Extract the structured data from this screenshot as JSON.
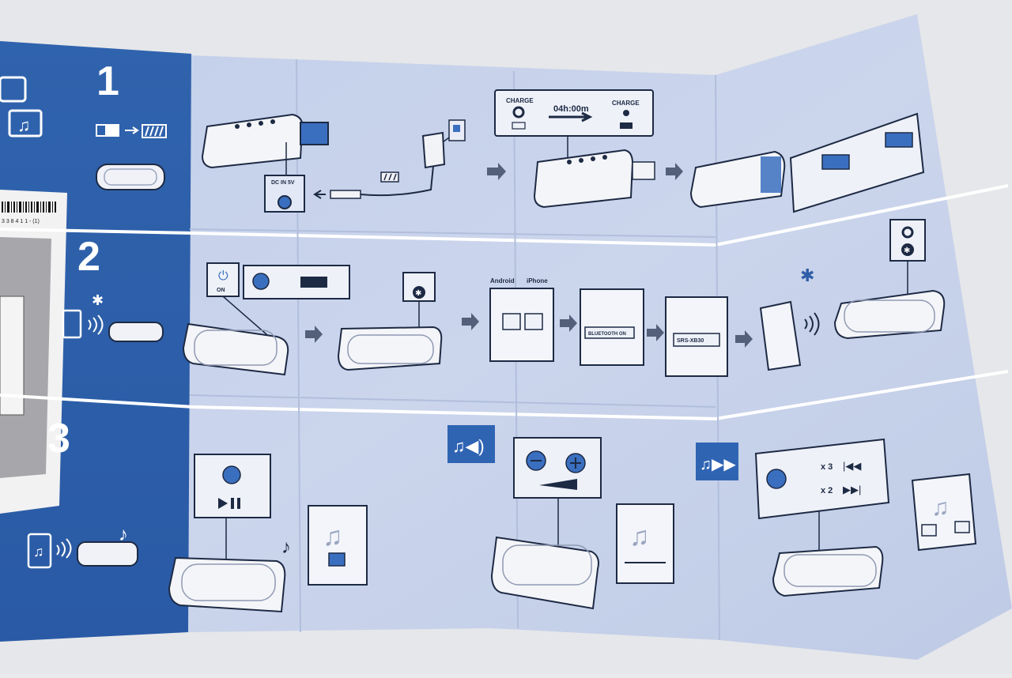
{
  "steps": [
    {
      "number": "1"
    },
    {
      "number": "2"
    },
    {
      "number": "3"
    }
  ],
  "step1": {
    "dc_in": "DC IN 5V",
    "charge_label_left": "CHARGE",
    "charge_label_right": "CHARGE",
    "charge_time": "04h:00m"
  },
  "step2": {
    "power_on": "ON",
    "android": "Android",
    "iphone": "iPhone",
    "bluetooth_toggle": "BLUETOOTH ON",
    "device_name": "SRS-XB30"
  },
  "step3": {
    "press_x3": "x 3",
    "press_x2": "x 2"
  },
  "barcode_digits": "3 3 8 4 1 1 - (1)",
  "colors": {
    "paper": "#c9d3eb",
    "blue_band": "#2f5da8",
    "dark_blue": "#1f4e9c",
    "icon_blue": "#3a6fc0",
    "line": "#1d2a44"
  }
}
